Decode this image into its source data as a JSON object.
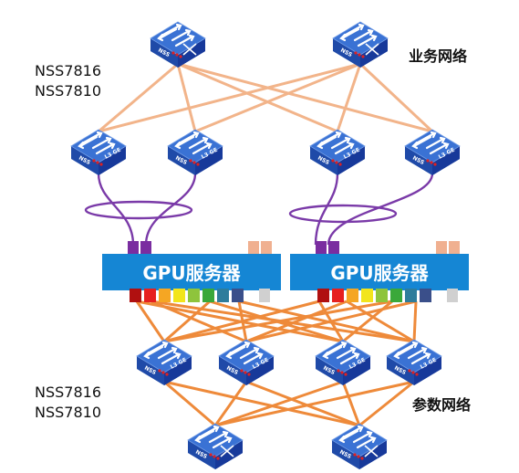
{
  "labels": {
    "top_models": [
      "NSS7816",
      "NSS7810"
    ],
    "bottom_models": [
      "NSS7816",
      "NSS7810"
    ],
    "business_network": "业务网络",
    "param_network": "参数网络",
    "server": "GPU服务器"
  },
  "switch_text": {
    "brand": "NSS",
    "leaf_tag": "L3 GE"
  },
  "colors": {
    "business_link": "#f2b48a",
    "param_link": "#ee8a3a",
    "bond_link": "#7a3aa8",
    "server_bar": "#1586d4",
    "switch_top": "#3a6fd0",
    "switch_side": "#1f4aa8",
    "nic_purple": "#7a2da0",
    "nic_peach": "#f0b090",
    "nic_gray": "#d0d0d0"
  },
  "nic_colors": [
    "#b01010",
    "#e62020",
    "#f5a623",
    "#f2e51c",
    "#8ec43c",
    "#3aa83a",
    "#2e7d9c",
    "#3a4f8a"
  ],
  "icons": {
    "switch": "network-switch-icon",
    "router_cross": "crossed-arrows-icon"
  }
}
